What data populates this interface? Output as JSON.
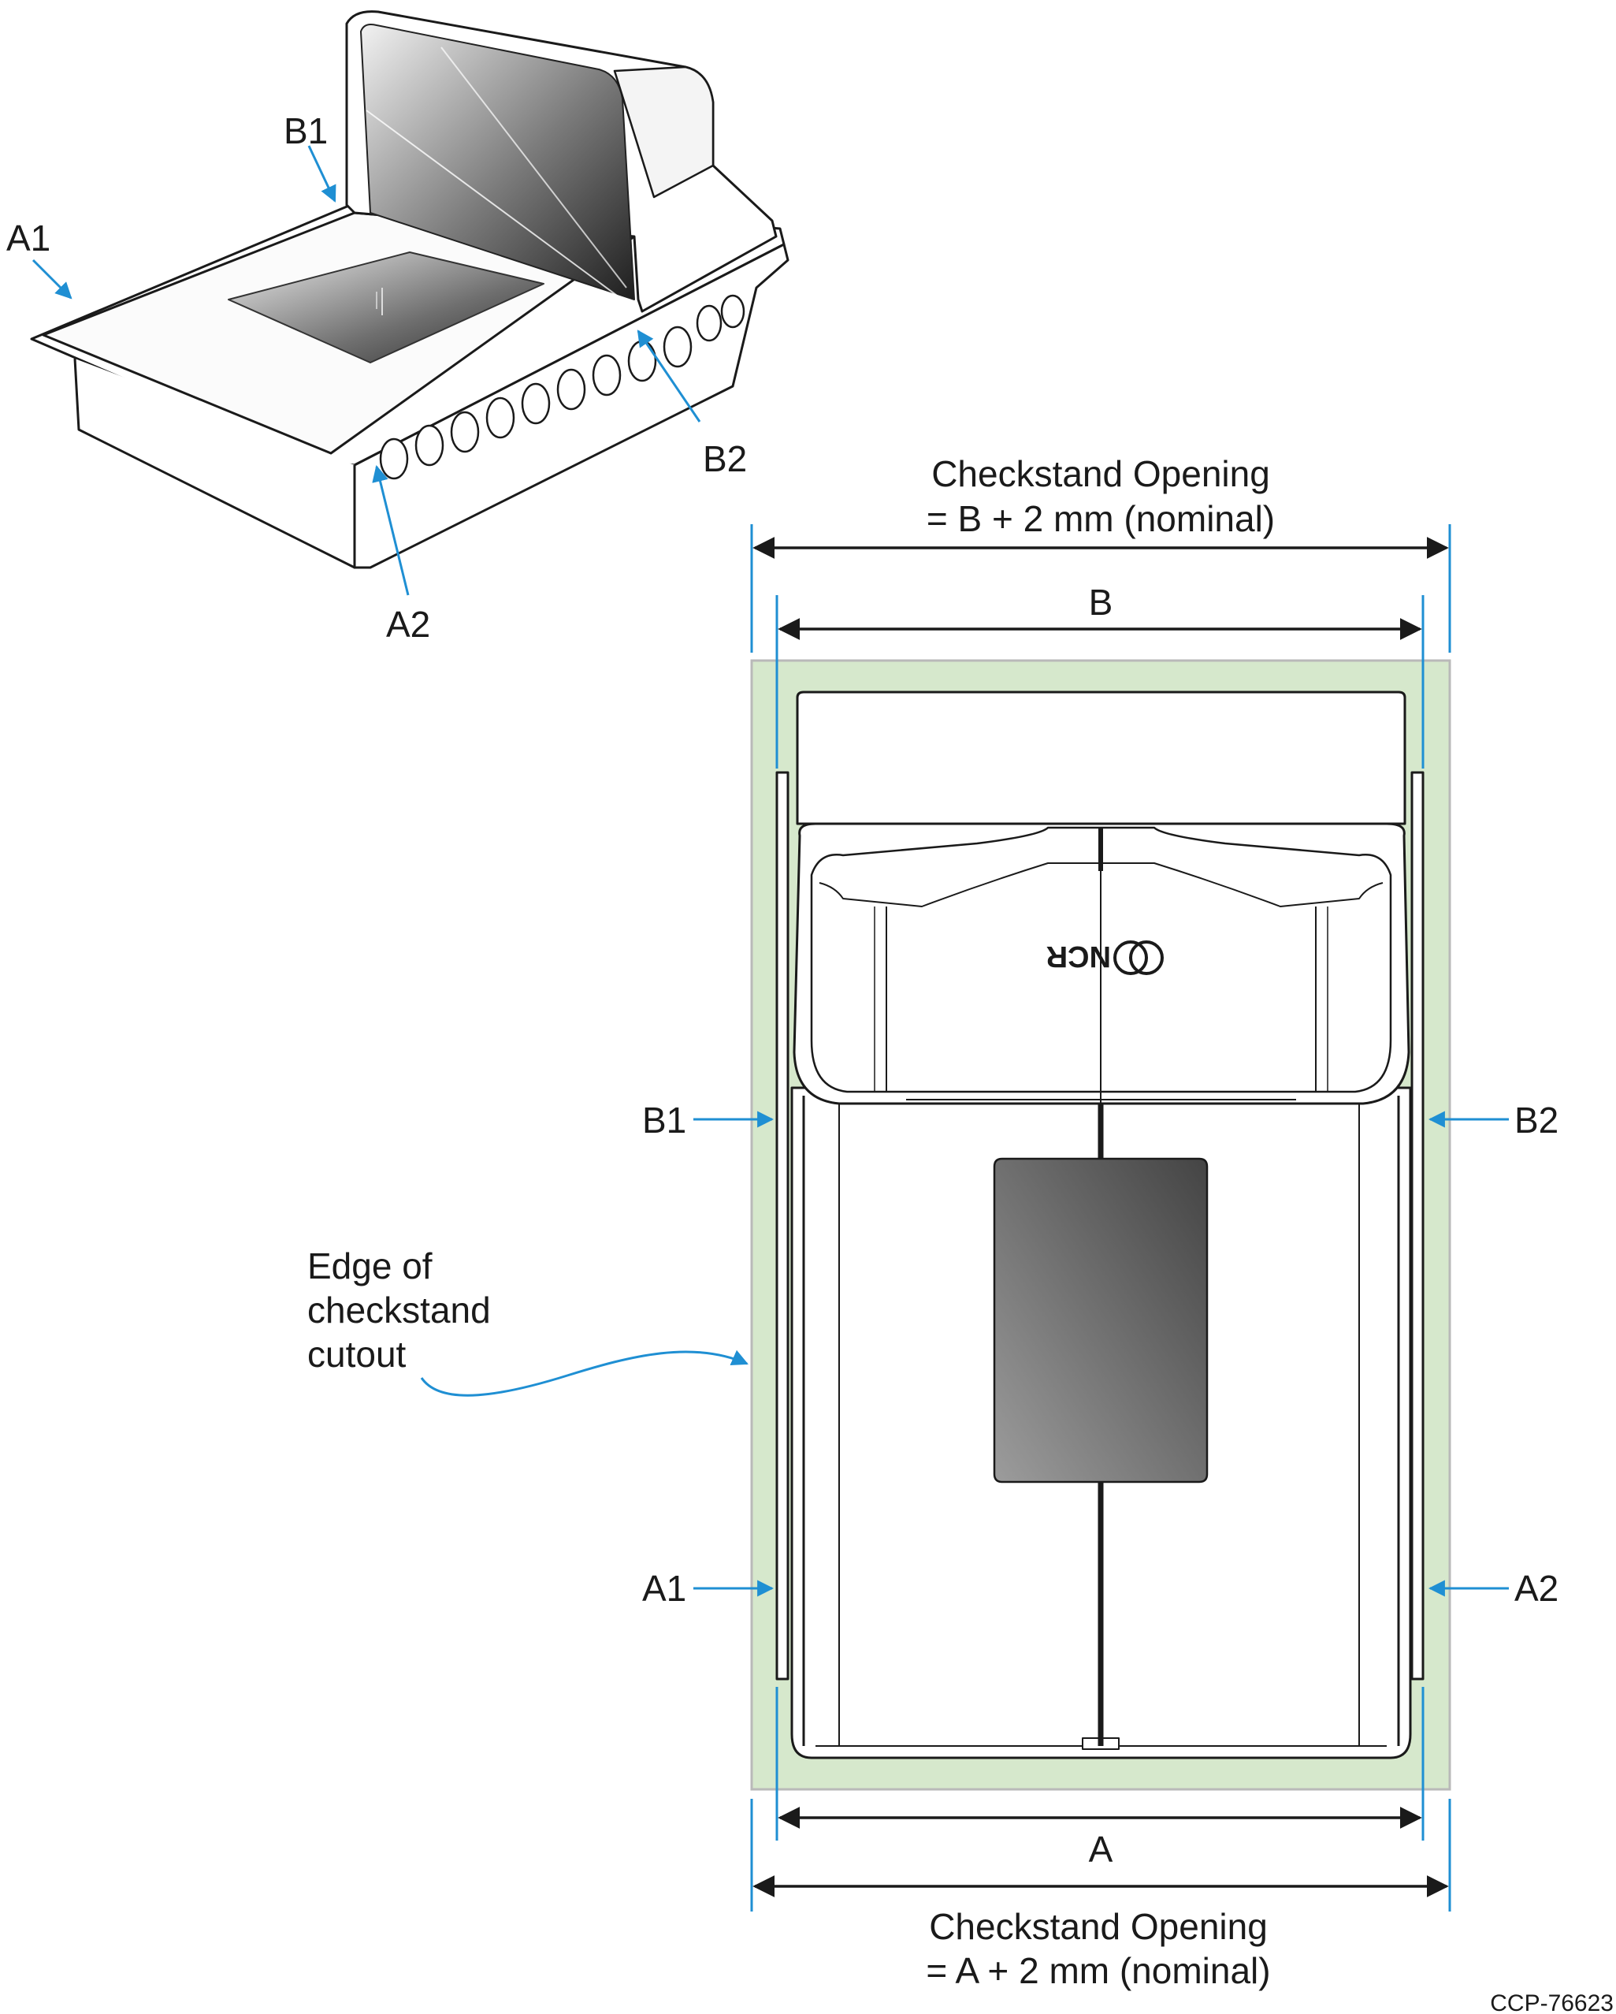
{
  "perspective_view": {
    "labels": {
      "a1": "A1",
      "b1": "B1",
      "a2": "A2",
      "b2": "B2"
    }
  },
  "top_view": {
    "labels": {
      "b1": "B1",
      "b2": "B2",
      "a1": "A1",
      "a2": "A2"
    },
    "logo_text": "NCR",
    "edge_note": [
      "Edge of",
      "checkstand",
      "cutout"
    ]
  },
  "dimensions": {
    "top_opening": [
      "Checkstand Opening",
      "= B + 2 mm (nominal)"
    ],
    "top_inner": "B",
    "bottom_inner": "A",
    "bottom_opening": [
      "Checkstand Opening",
      "= A + 2 mm (nominal)"
    ]
  },
  "figure_id": "CCP-76623",
  "colors": {
    "callout": "#1f8fd3",
    "cutout_fill": "#d6e8cc",
    "cutout_stroke": "#b9b9b9",
    "line": "#1a1a1a"
  }
}
